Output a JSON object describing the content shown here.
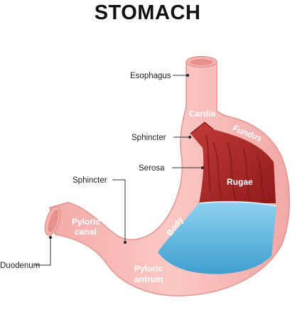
{
  "title": "STOMACH",
  "colors": {
    "tissue": "#f8b9b6",
    "tissue_edge": "#e49592",
    "lumen_dark": "#f2a3a1",
    "rugae": "#a82424",
    "rugae_dark": "#7d1414",
    "liquid": "#58b6e0",
    "liquid_light": "#8fd2ef",
    "leader": "#333333"
  },
  "labels": {
    "esophagus": "Esophagus",
    "sphincter_upper": "Sphincter",
    "serosa": "Serosa",
    "sphincter_lower": "Sphincter",
    "duodenum": "Duodenum"
  },
  "regions": {
    "cardia": "Cardia",
    "fundus": "Fundus",
    "rugae": "Rugae",
    "body": "Body",
    "pyloric_canal_line1": "Pyloric",
    "pyloric_canal_line2": "canal",
    "pyloric_antrum_line1": "Pyloric",
    "pyloric_antrum_line2": "antrum"
  }
}
